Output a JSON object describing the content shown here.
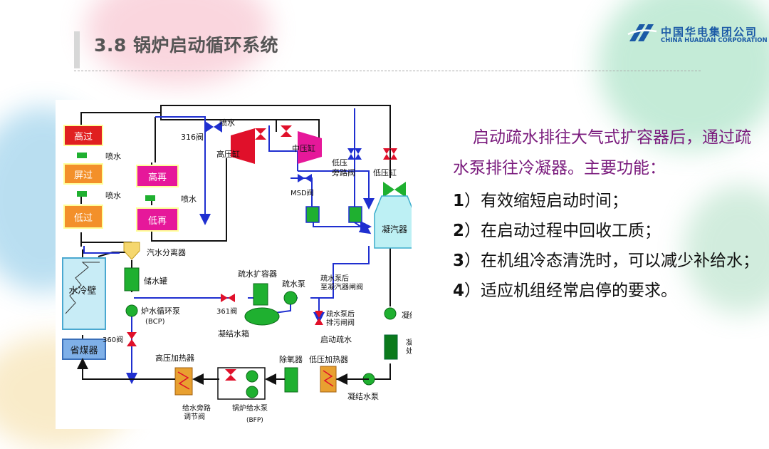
{
  "slide": {
    "title": "3.8 锅炉启动循环系统",
    "logo": {
      "name_cn": "中国华电集团公司",
      "name_en": "CHINA HUADIAN CORPORATION"
    },
    "intro": "启动疏水排往大气式扩容器后，通过疏水泵排往冷凝器。主要功能：",
    "points": [
      {
        "num": "1",
        "text": "）有效缩短启动时间；"
      },
      {
        "num": "2",
        "text": "）在启动过程中回收工质；"
      },
      {
        "num": "3",
        "text": "）在机组冷态清洗时，可以减少补给水；"
      },
      {
        "num": "4",
        "text": "）适应机组经常启停的要求。"
      }
    ]
  },
  "diagram": {
    "labels": {
      "gaoguo": "高过",
      "pingguo": "屏过",
      "diguo": "低过",
      "gaozai": "高再",
      "dizai": "低再",
      "shuilengbi": "水冷壁",
      "shengmeiqi": "省煤器",
      "penshui1": "喷水",
      "penshui2": "喷水",
      "penshui3": "喷水",
      "penshui4": "喷水",
      "valve316": "316阀",
      "gaoyagang": "高压缸",
      "zhongyagang": "中压缸",
      "diyagang": "低压缸",
      "diya_panglu": "低压",
      "diya_panglu2": "旁路阀",
      "msd": "MSD阀",
      "ningqiqi": "凝汽器",
      "qishui_fenliqi": "汽水分离器",
      "chushuiguan": "储水罐",
      "lushui_xunhuanbeng": "炉水循环泵",
      "bcp": "(BCP)",
      "valve360": "360阀",
      "valve361": "361阀",
      "shushui_kuorongqi": "疏水扩容器",
      "shushuibeng": "疏水泵",
      "shushuibeng_hou1": "疏水泵后",
      "shushuibeng_hou2": "至凝汽器闸阀",
      "shushuibeng_pai1": "疏水泵后",
      "shushuibeng_pai2": "排污闸阀",
      "ningjie_shuixiang": "凝结水箱",
      "qidong_shushui": "启动疏水",
      "ningjie_shuibeng1": "凝结水泵",
      "ningjie_chuli1": "凝结水",
      "ningjie_chuli2": "处理设备",
      "gaoya_jiareqi": "高压加热器",
      "chuyangqi": "除氧器",
      "diya_jiareqi": "低压加热器",
      "ningjie_shuibeng2": "凝结水泵",
      "geishui_panglu1": "给水旁路",
      "geishui_panglu2": "调节阀",
      "guolu_geishuibeng": "锅炉给水泵",
      "bfp": "(BFP)"
    }
  },
  "colors": {
    "title": "#555555",
    "intro": "#7a1b7d",
    "logo": "#1b5aa6",
    "pipe_blue": "#1f2fd0",
    "valve_red": "#e0102a",
    "box_orange": "#f3902a",
    "box_red": "#e02020",
    "box_magenta": "#e6189a",
    "equip_green": "#1fb030",
    "condenser_cyan": "#bdf0f4"
  }
}
